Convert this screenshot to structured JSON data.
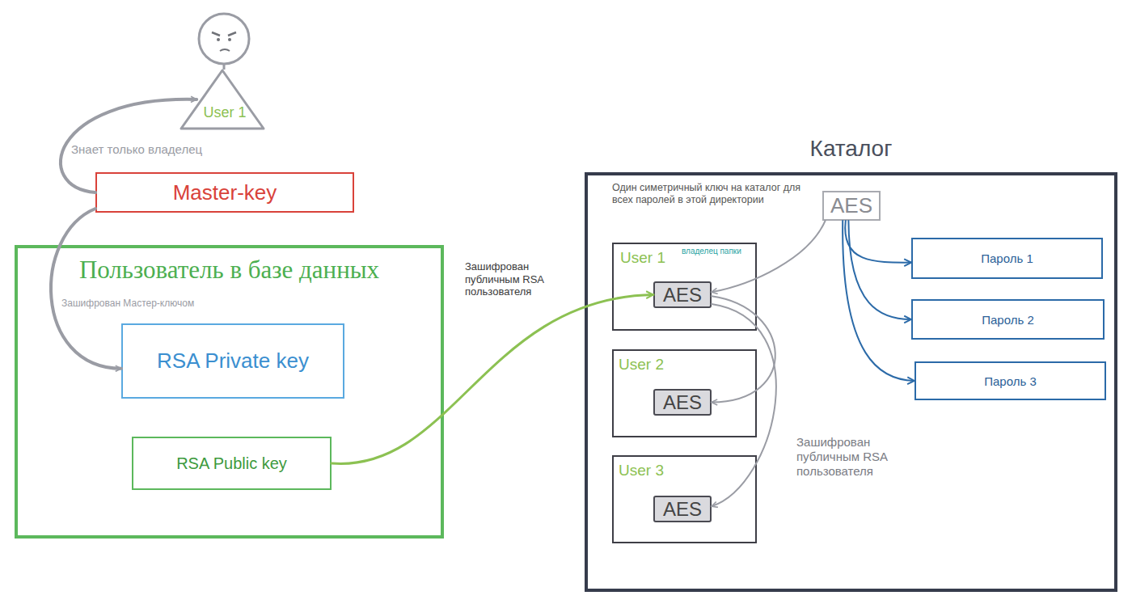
{
  "diagram": {
    "nodes": [
      {
        "text": [
          "User 1"
        ]
      },
      {
        "text": [
          "Master-key"
        ]
      },
      {
        "text": [
          "Пользователь в базе данных"
        ]
      },
      {
        "text": [
          "RSA Private key"
        ],
        "in": 2
      },
      {
        "text": [
          "RSA Public key"
        ],
        "in": 2
      },
      {
        "text": [
          "Каталог",
          "Один симетричный ключ на каталог для всех паролей в этой директории"
        ]
      },
      {
        "text": [
          "AES"
        ],
        "in": 5
      },
      {
        "text": [
          "User 1",
          "владелец папки"
        ],
        "in": 5
      },
      {
        "text": [
          "AES"
        ],
        "in": 7
      },
      {
        "text": [
          "Пароль 1"
        ],
        "in": 5
      },
      {
        "text": [
          "User 2"
        ],
        "in": 5
      },
      {
        "text": [
          "AES"
        ],
        "in": 10
      },
      {
        "text": [
          "Пароль 2"
        ],
        "in": 5
      },
      {
        "text": [
          "Пароль 3"
        ],
        "in": 5
      },
      {
        "text": [
          "User 3"
        ],
        "in": 5
      },
      {
        "text": [
          "AES"
        ],
        "in": 14
      }
    ],
    "edges": [
      {
        "from": 1,
        "to": 0,
        "label": "Знает только владелец",
        "arrow": "to"
      },
      {
        "from": 1,
        "to": 3,
        "label": "Зашифрован Мастер-ключом",
        "arrow": "to"
      },
      {
        "from": 4,
        "to": 8,
        "label": "Зашифрован публичным RSA пользователя",
        "arrow": "to"
      },
      {
        "from": 6,
        "to": 8,
        "arrow": "to"
      },
      {
        "from": 6,
        "to": 9,
        "arrow": "to"
      },
      {
        "from": 6,
        "to": 12,
        "arrow": "to"
      },
      {
        "from": 6,
        "to": 13,
        "arrow": "to"
      },
      {
        "from": 8,
        "to": 11,
        "arrow": "to"
      },
      {
        "from": 8,
        "to": 15,
        "label": "Зашифрован публичным RSA пользователя",
        "arrow": "to"
      }
    ]
  }
}
